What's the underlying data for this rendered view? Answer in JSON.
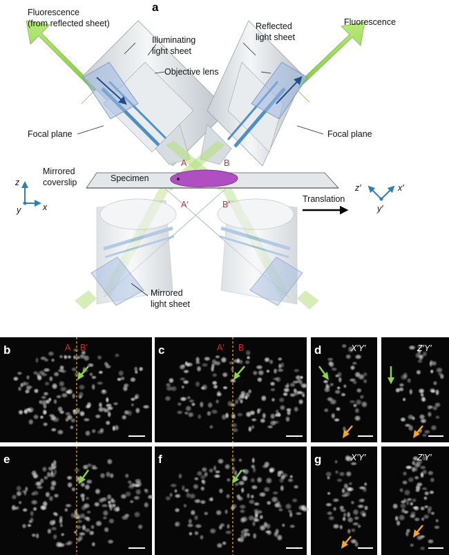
{
  "panel_a": {
    "letter": "a",
    "fluorescence_left_line1": "Fluorescence",
    "fluorescence_left_line2": "(from reflected sheet)",
    "illuminating_line1": "Illuminating",
    "illuminating_line2": "light sheet",
    "objective_lens": "Objective lens",
    "reflected_line1": "Reflected",
    "reflected_line2": "light sheet",
    "fluorescence_right": "Fluorescence",
    "focal_plane_left": "Focal plane",
    "focal_plane_right": "Focal plane",
    "mirrored_line1": "Mirrored",
    "mirrored_line2": "coverslip",
    "specimen": "Specimen",
    "point_A": "A",
    "point_B": "B",
    "point_A_prime": "A′",
    "point_B_prime": "B′",
    "translation": "Translation",
    "mirrored_sheet_line1": "Mirrored",
    "mirrored_sheet_line2": "light sheet",
    "axes_left": {
      "z": "z",
      "y": "y",
      "x": "x"
    },
    "axes_right": {
      "z": "z′",
      "x": "x′",
      "y": "y′"
    }
  },
  "panel_b": {
    "letter": "b",
    "label_left": "A",
    "label_right": "B′"
  },
  "panel_c": {
    "letter": "c",
    "label_left": "A′",
    "label_right": "B"
  },
  "panel_d": {
    "letter": "d",
    "view1": "X′Y′",
    "view2": "Z′Y′"
  },
  "panel_e": {
    "letter": "e"
  },
  "panel_f": {
    "letter": "f"
  },
  "panel_g": {
    "letter": "g",
    "view1": "X′Y′",
    "view2": "Z′Y′"
  },
  "colors": {
    "red_label": "#d42a2a",
    "green_arrow": "#8fd24a",
    "orange_arrow": "#f5a623",
    "dashed_line": "#e6a817",
    "axis_blue": "#2f7fb5",
    "specimen": "#b04fc2",
    "lens_band": "#4f8fc8"
  }
}
